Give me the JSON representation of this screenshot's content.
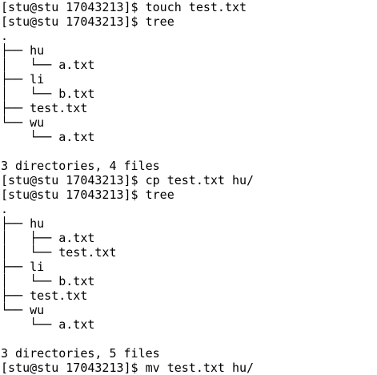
{
  "terminal": {
    "lines": [
      "[stu@stu 17043213]$ touch test.txt",
      "[stu@stu 17043213]$ tree",
      ".",
      "├── hu",
      "│   └── a.txt",
      "├── li",
      "│   └── b.txt",
      "├── test.txt",
      "└── wu",
      "    └── a.txt",
      "",
      "3 directories, 4 files",
      "[stu@stu 17043213]$ cp test.txt hu/",
      "[stu@stu 17043213]$ tree",
      ".",
      "├── hu",
      "│   ├── a.txt",
      "│   └── test.txt",
      "├── li",
      "│   └── b.txt",
      "├── test.txt",
      "└── wu",
      "    └── a.txt",
      "",
      "3 directories, 5 files",
      "[stu@stu 17043213]$ mv test.txt hu/"
    ]
  }
}
